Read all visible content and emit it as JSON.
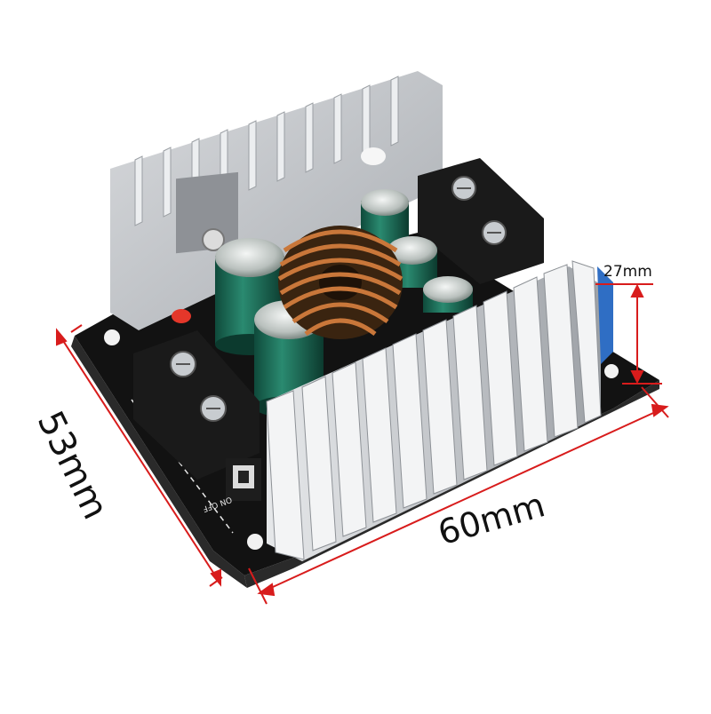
{
  "photo": {
    "subject": "DC-DC buck converter module",
    "colors": {
      "pcb": "#121212",
      "heatsink": "#c9ccd0",
      "capacitor": "#1e6b57",
      "coil": "#b5652e",
      "dimension_line": "#d81c1c"
    }
  },
  "dimensions": {
    "height_label": "27mm",
    "width_label": "60mm",
    "depth_label": "53mm"
  },
  "board_text": {
    "switch_label": "ON OFF"
  }
}
